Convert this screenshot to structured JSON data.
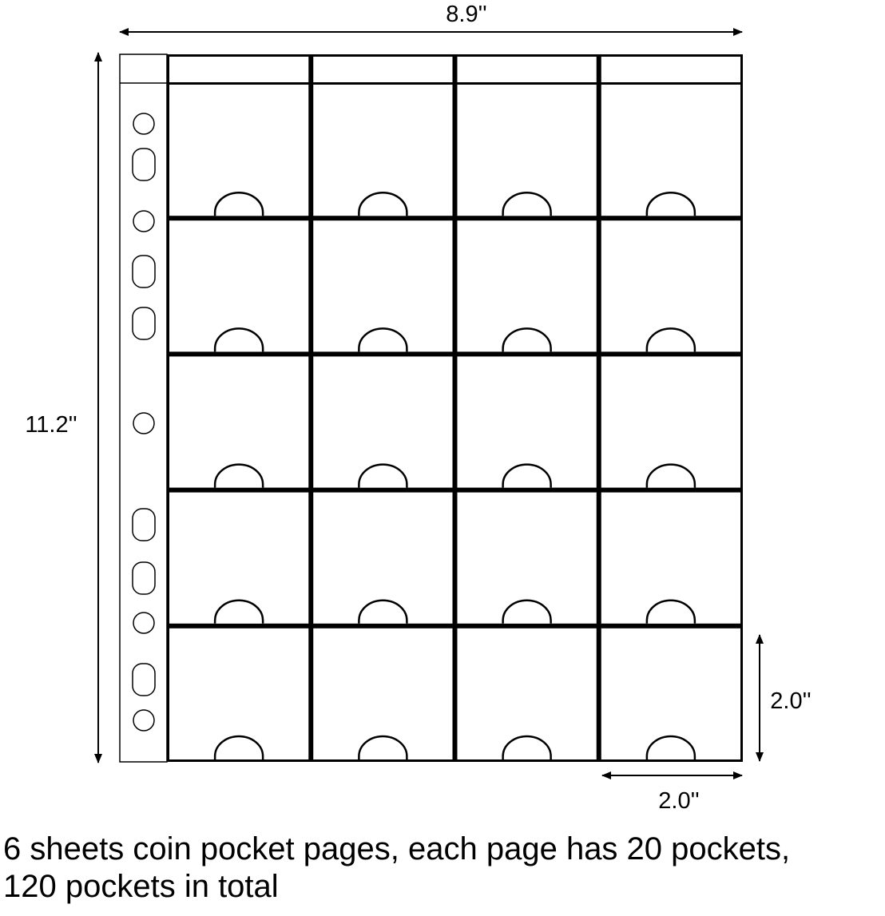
{
  "dimensions": {
    "width_label": "8.9''",
    "height_label": "11.2''",
    "pocket_height_label": "2.0''",
    "pocket_width_label": "2.0''"
  },
  "sheet": {
    "columns": 4,
    "rows": 5,
    "binder_holes": [
      "circle",
      "slot",
      "circle",
      "slot",
      "slot",
      "circle",
      "slot",
      "slot",
      "circle",
      "slot",
      "circle"
    ]
  },
  "caption": {
    "line1": "6 sheets coin pocket pages, each page has 20 pockets,",
    "line2": "120 pockets in total"
  }
}
